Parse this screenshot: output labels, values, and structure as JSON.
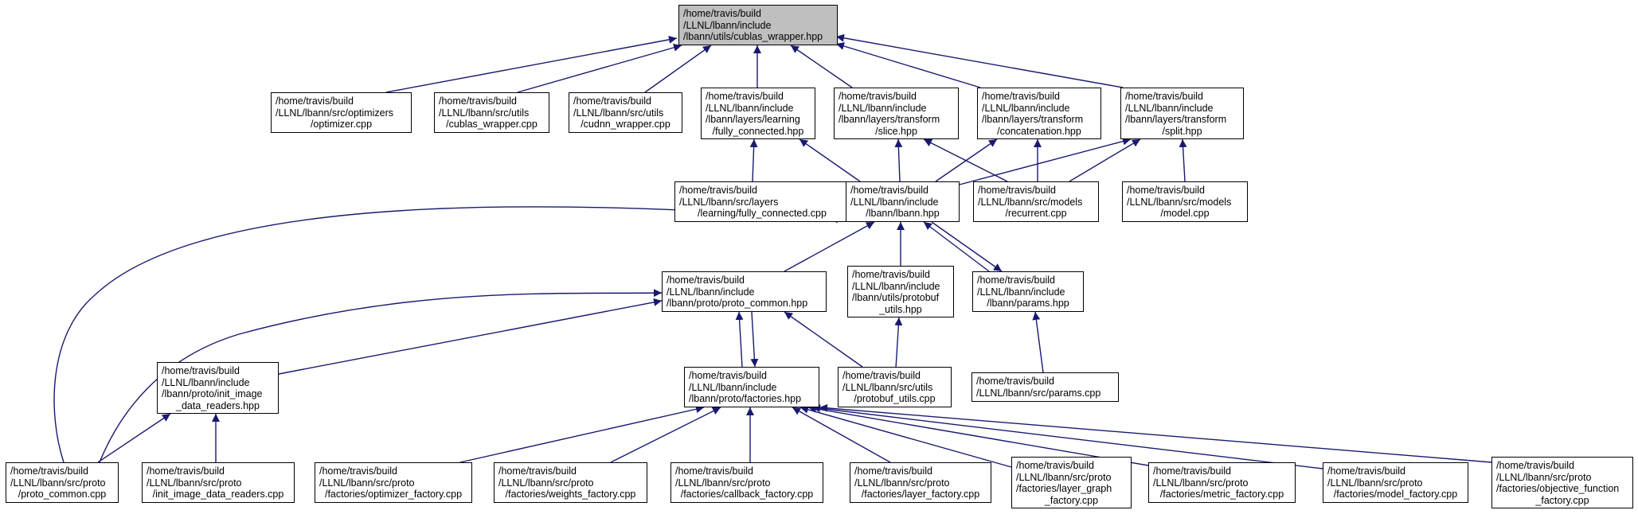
{
  "graph": {
    "root": "cublas_hdr",
    "colors": {
      "edge": "#191970",
      "border": "#000000",
      "root_fill": "#bfbfbf",
      "node_fill": "#ffffff"
    },
    "nodes": {
      "cublas_hdr": [
        "/home/travis/build",
        "/LLNL/lbann/include",
        "/lbann/utils/cublas_wrapper.hpp"
      ],
      "optimizer_cpp": [
        "/home/travis/build",
        "/LLNL/lbann/src/optimizers",
        "/optimizer.cpp"
      ],
      "cublas_cpp": [
        "/home/travis/build",
        "/LLNL/lbann/src/utils",
        "/cublas_wrapper.cpp"
      ],
      "cudnn_cpp": [
        "/home/travis/build",
        "/LLNL/lbann/src/utils",
        "/cudnn_wrapper.cpp"
      ],
      "fc_hpp": [
        "/home/travis/build",
        "/LLNL/lbann/include",
        "/lbann/layers/learning",
        "/fully_connected.hpp"
      ],
      "slice_hpp": [
        "/home/travis/build",
        "/LLNL/lbann/include",
        "/lbann/layers/transform",
        "/slice.hpp"
      ],
      "concat_hpp": [
        "/home/travis/build",
        "/LLNL/lbann/include",
        "/lbann/layers/transform",
        "/concatenation.hpp"
      ],
      "split_hpp": [
        "/home/travis/build",
        "/LLNL/lbann/include",
        "/lbann/layers/transform",
        "/split.hpp"
      ],
      "fc_cpp": [
        "/home/travis/build",
        "/LLNL/lbann/src/layers",
        "/learning/fully_connected.cpp"
      ],
      "lbann_hpp": [
        "/home/travis/build",
        "/LLNL/lbann/include",
        "/lbann/lbann.hpp"
      ],
      "recurrent_cpp": [
        "/home/travis/build",
        "/LLNL/lbann/src/models",
        "/recurrent.cpp"
      ],
      "model_cpp": [
        "/home/travis/build",
        "/LLNL/lbann/src/models",
        "/model.cpp"
      ],
      "proto_common_hpp": [
        "/home/travis/build",
        "/LLNL/lbann/include",
        "/lbann/proto/proto_common.hpp"
      ],
      "protobuf_utils_hpp": [
        "/home/travis/build",
        "/LLNL/lbann/include",
        "/lbann/utils/protobuf",
        "_utils.hpp"
      ],
      "params_hpp": [
        "/home/travis/build",
        "/LLNL/lbann/include",
        "/lbann/params.hpp"
      ],
      "init_image_hpp": [
        "/home/travis/build",
        "/LLNL/lbann/include",
        "/lbann/proto/init_image",
        "_data_readers.hpp"
      ],
      "factories_hpp": [
        "/home/travis/build",
        "/LLNL/lbann/include",
        "/lbann/proto/factories.hpp"
      ],
      "protobuf_utils_cpp": [
        "/home/travis/build",
        "/LLNL/lbann/src/utils",
        "/protobuf_utils.cpp"
      ],
      "params_cpp": [
        "/home/travis/build",
        "/LLNL/lbann/src/params.cpp"
      ],
      "proto_common_cpp": [
        "/home/travis/build",
        "/LLNL/lbann/src/proto",
        "/proto_common.cpp"
      ],
      "init_image_cpp": [
        "/home/travis/build",
        "/LLNL/lbann/src/proto",
        "/init_image_data_readers.cpp"
      ],
      "optimizer_factory_cpp": [
        "/home/travis/build",
        "/LLNL/lbann/src/proto",
        "/factories/optimizer_factory.cpp"
      ],
      "weights_factory_cpp": [
        "/home/travis/build",
        "/LLNL/lbann/src/proto",
        "/factories/weights_factory.cpp"
      ],
      "callback_factory_cpp": [
        "/home/travis/build",
        "/LLNL/lbann/src/proto",
        "/factories/callback_factory.cpp"
      ],
      "layer_factory_cpp": [
        "/home/travis/build",
        "/LLNL/lbann/src/proto",
        "/factories/layer_factory.cpp"
      ],
      "layer_graph_factory_cpp": [
        "/home/travis/build",
        "/LLNL/lbann/src/proto",
        "/factories/layer_graph",
        "_factory.cpp"
      ],
      "metric_factory_cpp": [
        "/home/travis/build",
        "/LLNL/lbann/src/proto",
        "/factories/metric_factory.cpp"
      ],
      "model_factory_cpp": [
        "/home/travis/build",
        "/LLNL/lbann/src/proto",
        "/factories/model_factory.cpp"
      ],
      "objective_function_factory_cpp": [
        "/home/travis/build",
        "/LLNL/lbann/src/proto",
        "/factories/objective_function",
        "_factory.cpp"
      ]
    },
    "edges": [
      [
        "optimizer_cpp",
        "cublas_hdr"
      ],
      [
        "cublas_cpp",
        "cublas_hdr"
      ],
      [
        "cudnn_cpp",
        "cublas_hdr"
      ],
      [
        "fc_hpp",
        "cublas_hdr"
      ],
      [
        "slice_hpp",
        "cublas_hdr"
      ],
      [
        "concat_hpp",
        "cublas_hdr"
      ],
      [
        "split_hpp",
        "cublas_hdr"
      ],
      [
        "fc_cpp",
        "fc_hpp"
      ],
      [
        "lbann_hpp",
        "fc_hpp"
      ],
      [
        "lbann_hpp",
        "slice_hpp"
      ],
      [
        "recurrent_cpp",
        "slice_hpp"
      ],
      [
        "lbann_hpp",
        "concat_hpp"
      ],
      [
        "recurrent_cpp",
        "concat_hpp"
      ],
      [
        "lbann_hpp",
        "split_hpp"
      ],
      [
        "recurrent_cpp",
        "split_hpp"
      ],
      [
        "model_cpp",
        "split_hpp"
      ],
      [
        "proto_common_hpp",
        "lbann_hpp"
      ],
      [
        "protobuf_utils_hpp",
        "lbann_hpp"
      ],
      [
        "params_hpp",
        "lbann_hpp"
      ],
      [
        "lbann_hpp",
        "params_hpp"
      ],
      [
        "proto_common_cpp",
        "lbann_hpp"
      ],
      [
        "init_image_hpp",
        "proto_common_hpp"
      ],
      [
        "factories_hpp",
        "proto_common_hpp"
      ],
      [
        "proto_common_hpp",
        "factories_hpp"
      ],
      [
        "protobuf_utils_cpp",
        "proto_common_hpp"
      ],
      [
        "proto_common_cpp",
        "proto_common_hpp"
      ],
      [
        "protobuf_utils_cpp",
        "protobuf_utils_hpp"
      ],
      [
        "params_cpp",
        "params_hpp"
      ],
      [
        "proto_common_cpp",
        "init_image_hpp"
      ],
      [
        "init_image_cpp",
        "init_image_hpp"
      ],
      [
        "optimizer_factory_cpp",
        "factories_hpp"
      ],
      [
        "weights_factory_cpp",
        "factories_hpp"
      ],
      [
        "callback_factory_cpp",
        "factories_hpp"
      ],
      [
        "layer_factory_cpp",
        "factories_hpp"
      ],
      [
        "layer_graph_factory_cpp",
        "factories_hpp"
      ],
      [
        "metric_factory_cpp",
        "factories_hpp"
      ],
      [
        "model_factory_cpp",
        "factories_hpp"
      ],
      [
        "objective_function_factory_cpp",
        "factories_hpp"
      ]
    ]
  }
}
